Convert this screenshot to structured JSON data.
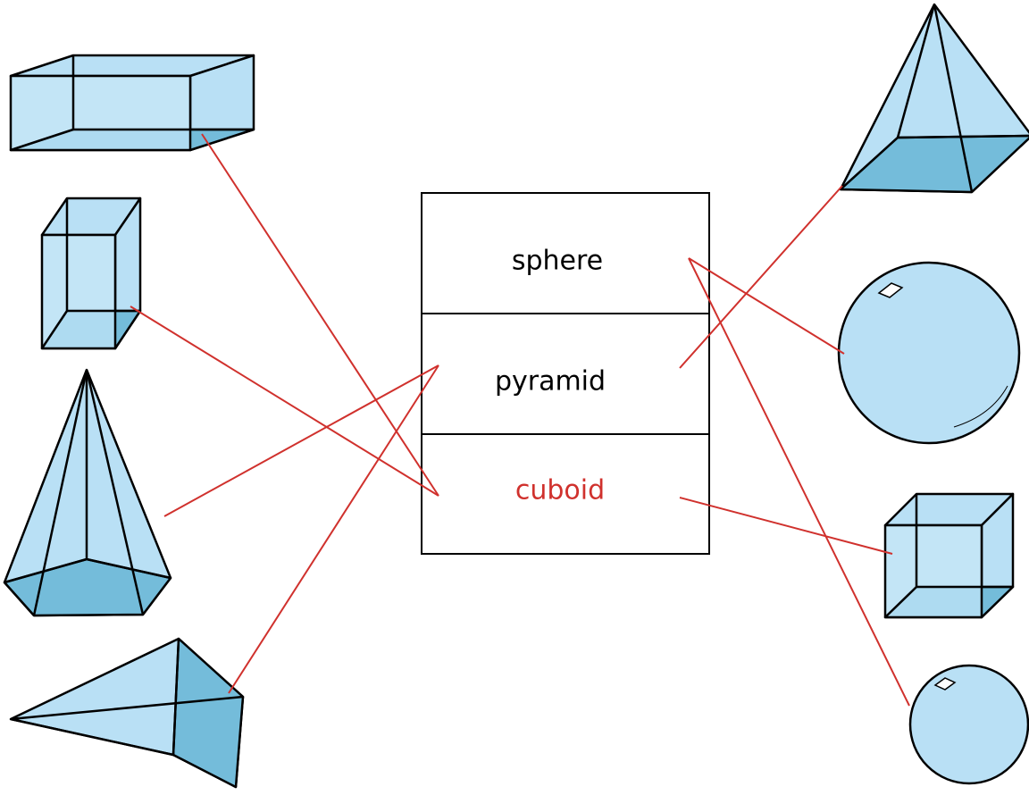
{
  "words": [
    {
      "text": "sphere",
      "color": "#000000"
    },
    {
      "text": "pyramid",
      "color": "#000000"
    },
    {
      "text": "cuboid",
      "color": "#d0312d"
    }
  ],
  "shapes": {
    "left": [
      "cuboid",
      "cuboid",
      "pyramid",
      "pyramid"
    ],
    "right": [
      "pyramid",
      "sphere",
      "cuboid",
      "sphere"
    ]
  },
  "connections": [
    {
      "word": "cuboid",
      "shape": "left-cuboid-wide"
    },
    {
      "word": "cuboid",
      "shape": "left-cuboid-tall"
    },
    {
      "word": "pyramid",
      "shape": "left-pyramid-pentagonal"
    },
    {
      "word": "pyramid",
      "shape": "left-pyramid-sideways"
    },
    {
      "word": "pyramid",
      "shape": "right-pyramid-square"
    },
    {
      "word": "sphere",
      "shape": "right-sphere-large"
    },
    {
      "word": "sphere",
      "shape": "right-sphere-small"
    },
    {
      "word": "cuboid",
      "shape": "right-cube"
    }
  ],
  "colors": {
    "line": "#d0312d",
    "shape_light": "#b9e0f5",
    "shape_dark": "#74bcda",
    "outline": "#000000"
  }
}
